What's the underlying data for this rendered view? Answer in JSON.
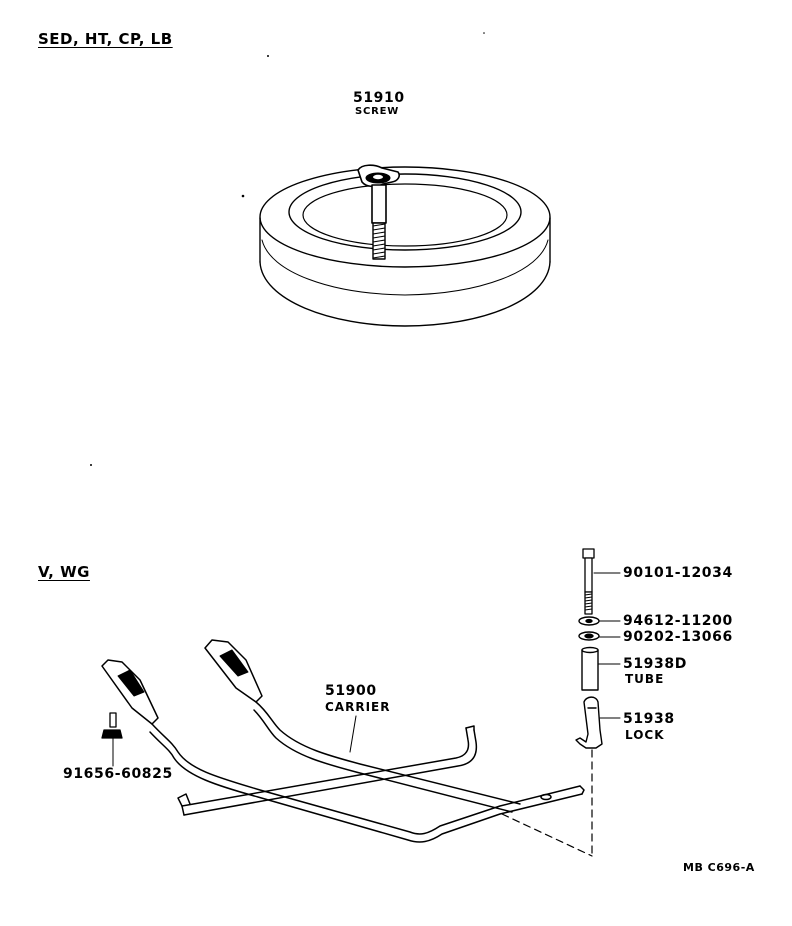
{
  "sections": {
    "top_label": "SED, HT, CP, LB",
    "bottom_label": "V, WG"
  },
  "parts": {
    "screw": {
      "number": "51910",
      "name": "SCREW"
    },
    "carrier": {
      "number": "51900",
      "name": "CARRIER"
    },
    "bolt": {
      "number": "90101-12034"
    },
    "washer_1": {
      "number": "94612-11200"
    },
    "washer_2": {
      "number": "90202-13066"
    },
    "tube": {
      "number": "51938D",
      "name": "TUBE"
    },
    "lock": {
      "number": "51938",
      "name": "LOCK"
    },
    "carrier_bolt": {
      "number": "91656-60825"
    }
  },
  "diagram_code": "MB C696-A",
  "colors": {
    "ink": "#000000",
    "paper": "#ffffff"
  }
}
